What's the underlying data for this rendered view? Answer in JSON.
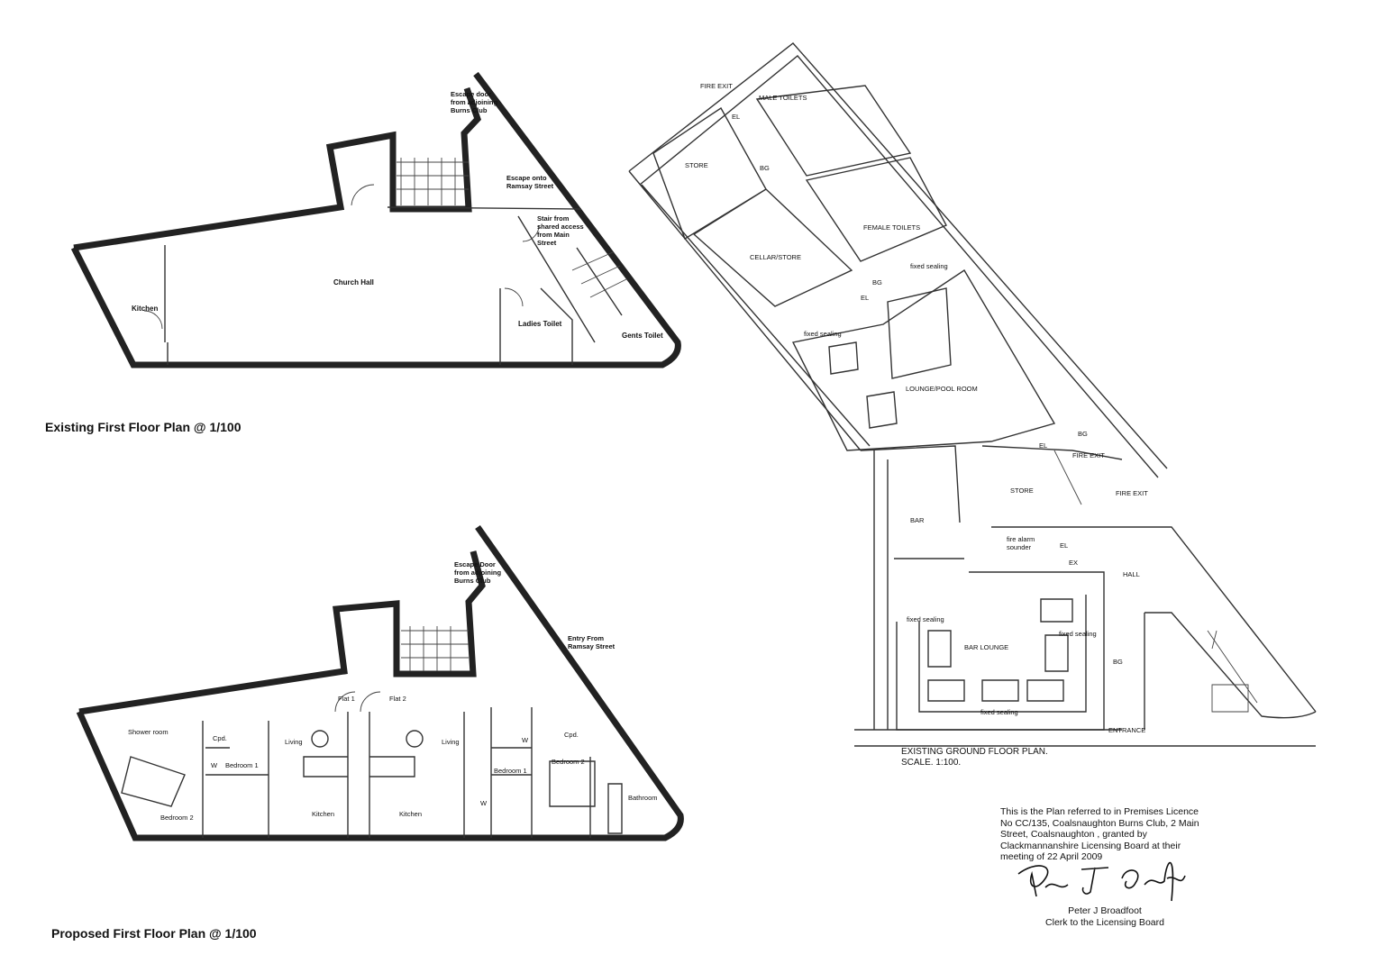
{
  "existing_first_floor": {
    "title": "Existing First Floor Plan @ 1/100",
    "rooms": [
      "Kitchen",
      "Church Hall",
      "Ladies Toilet",
      "Gents Toilet"
    ],
    "annotations": [
      "Escape door from adjoining Burns Club",
      "Escape onto Ramsay Street",
      "Stair from shared access from Main Street"
    ]
  },
  "proposed_first_floor": {
    "title": "Proposed First Floor Plan @ 1/100",
    "rooms": [
      "Shower room",
      "Cpd.",
      "Bedroom 1",
      "Living",
      "Flat 1",
      "Flat 2",
      "Living",
      "Bedroom 1",
      "Cpd.",
      "Bedroom 2",
      "Bedroom 2",
      "Kitchen",
      "Kitchen",
      "Bathroom",
      "W",
      "W",
      "W"
    ],
    "annotations": [
      "Escape Door from adjoining Burns Club",
      "Entry From Ramsay Street"
    ]
  },
  "ground_floor": {
    "title": "EXISTING GROUND FLOOR PLAN.",
    "scale": "SCALE. 1:100.",
    "rooms": [
      "MALE TOILETS",
      "STORE",
      "CELLAR/STORE",
      "FEMALE TOILETS",
      "LOUNGE/POOL ROOM",
      "STORE",
      "BAR",
      "HALL",
      "BAR LOUNGE",
      "ENTRANCE"
    ],
    "annotations": [
      "FIRE EXIT",
      "FIRE EXIT",
      "FIRE EXIT",
      "fixed sealing",
      "fixed sealing",
      "fixed sealing",
      "fixed sealing",
      "fixed sealing",
      "fire alarm sounder",
      "EL",
      "EL",
      "EL",
      "EL",
      "BG",
      "BG",
      "BG",
      "BG",
      "EX"
    ]
  },
  "licence_note": {
    "text": "This is the Plan referred to in Premises Licence No CC/135, Coalsnaughton Burns Club, 2 Main Street, Coalsnaughton , granted by Clackmannanshire Licensing Board at their meeting of 22 April 2009",
    "signature": "Peter J. Broadfoot",
    "signatory": "Peter J Broadfoot",
    "role": "Clerk to the Licensing Board"
  }
}
